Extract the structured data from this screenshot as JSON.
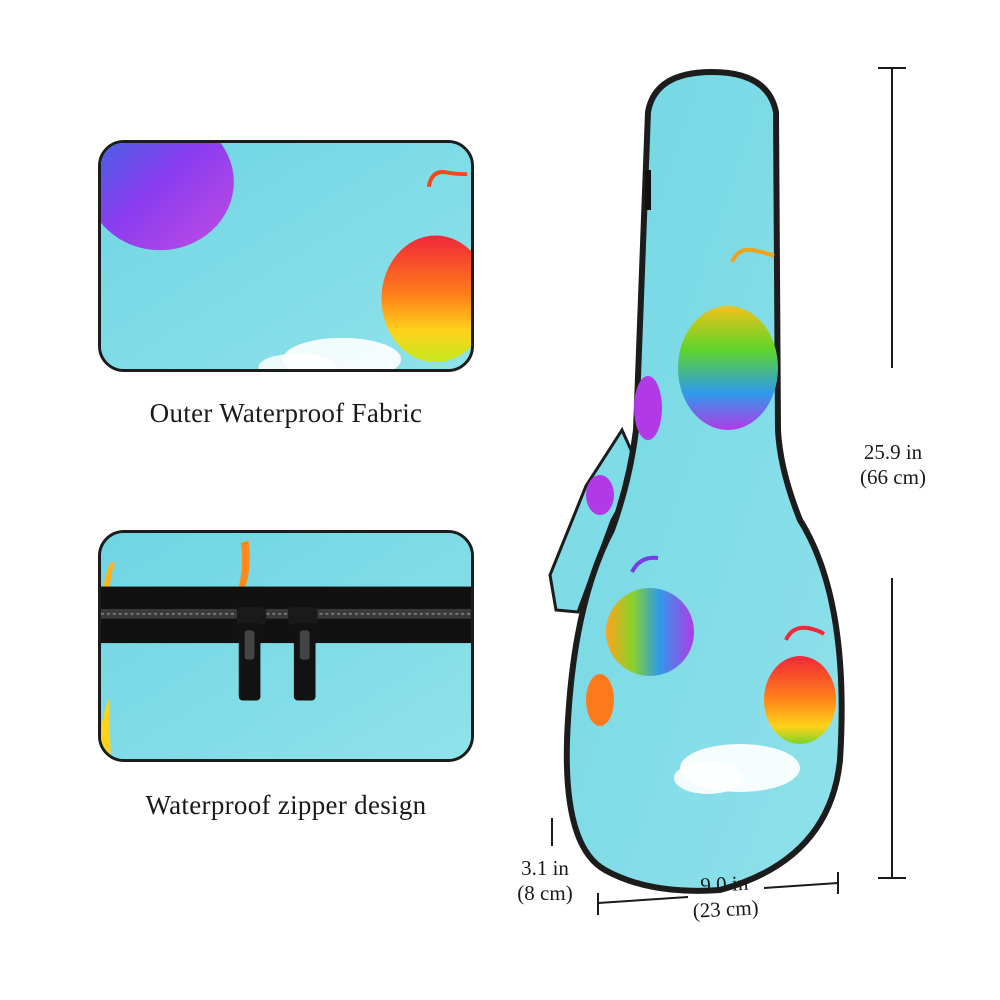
{
  "labels": {
    "fabric_caption": "Outer Waterproof Fabric",
    "zipper_caption": "Waterproof zipper design"
  },
  "dimensions": {
    "height": {
      "imperial": "25.9 in",
      "metric": "(66 cm)"
    },
    "width": {
      "imperial": "9.0 in",
      "metric": "(23 cm)"
    },
    "depth": {
      "imperial": "3.1 in",
      "metric": "(8 cm)"
    }
  },
  "colors": {
    "sky": "#7fdbe6",
    "outline": "#1c1c1c",
    "cloud": "#ffffff"
  }
}
